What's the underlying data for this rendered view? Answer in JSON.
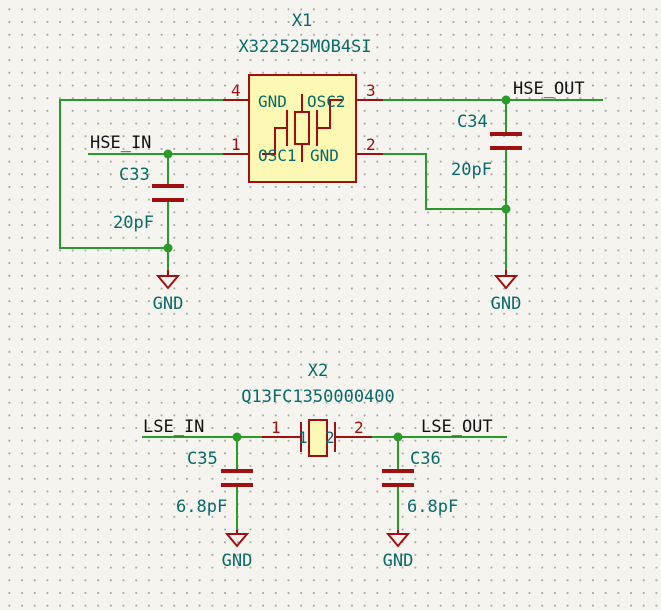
{
  "x1": {
    "ref": "X1",
    "value": "X322525MOB4SI",
    "pin4": "4",
    "pin3": "3",
    "pin1": "1",
    "pin2": "2",
    "pin4_name": "GND",
    "pin3_name": "OSC2",
    "pin1_name": "OSC1",
    "pin2_name": "GND"
  },
  "x2": {
    "ref": "X2",
    "value": "Q13FC1350000400",
    "pin1": "1",
    "pin2": "2",
    "pin1_inner": "1",
    "pin2_inner": "2"
  },
  "c33": {
    "ref": "C33",
    "value": "20pF"
  },
  "c34": {
    "ref": "C34",
    "value": "20pF"
  },
  "c35": {
    "ref": "C35",
    "value": "6.8pF"
  },
  "c36": {
    "ref": "C36",
    "value": "6.8pF"
  },
  "nets": {
    "hse_in": "HSE_IN",
    "hse_out": "HSE_OUT",
    "lse_in": "LSE_IN",
    "lse_out": "LSE_OUT"
  },
  "gnd": "GND",
  "colors": {
    "wire": "#2a9a2a",
    "symbol": "#a01010",
    "body_fill": "#fdf9b5",
    "text": "#0a6a6a",
    "background": "#f5f4ef"
  }
}
